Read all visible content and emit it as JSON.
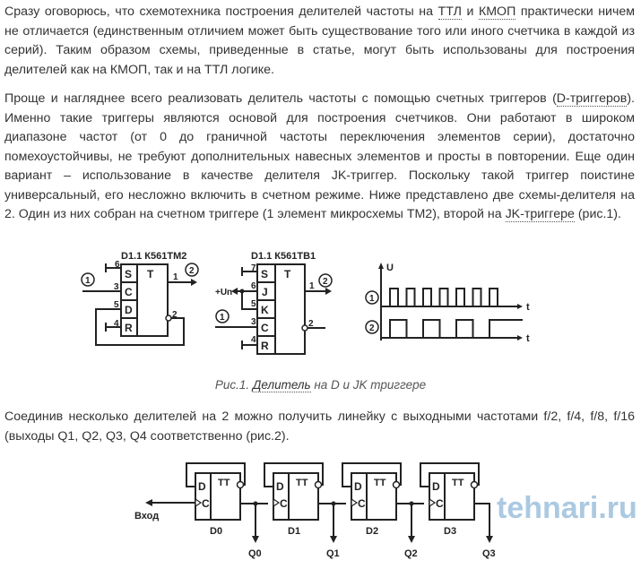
{
  "paragraph1": {
    "t1": "Сразу оговорюсь, что схемотехника построения делителей частоты на ",
    "link1": "ТТЛ",
    "t2": " и ",
    "link2": "КМОП",
    "t3": " практически ничем не отличается (единственным отличием может быть существование того или иного счетчика в каждой из серий). Таким образом схемы, приведенные в статье, могут быть использованы для построения делителей как на КМОП, так и на ТТЛ логике."
  },
  "paragraph2": {
    "t1": "Проще и нагляднее всего реализовать делитель частоты с помощью счетных триггеров (",
    "link1": "D-триггеров",
    "t2": "). Именно такие триггеры являются основой для построения счетчиков. Они работают в широком диапазоне частот (от 0 до граничной частоты переключения элементов серии), достаточно помехоустойчивы, не требуют дополнительных навесных элементов и просты в повторении. Еще один вариант – использование в качестве делителя JK-триггер. Поскольку такой триггер поистине универсальный, его несложно включить в счетном режиме. Ниже представлено две схемы-делителя на 2. Один из них собран  на счетном триггере (1 элемент микросхемы ТМ2), второй на ",
    "link2": "JK-триггере",
    "t3": " (рис.1)."
  },
  "figure1": {
    "d_title": "D1.1 К561ТМ2",
    "jk_title": "D1.1 К561ТВ1",
    "marker_in": "1",
    "marker_out": "2",
    "func": "T",
    "d_pins": {
      "S": "S",
      "C": "C",
      "D": "D",
      "R": "R",
      "pS": "6",
      "pC": "3",
      "pD": "5",
      "pR": "4",
      "pQ": "1",
      "pNQ": "2"
    },
    "jk_pins": {
      "S": "S",
      "J": "J",
      "K": "K",
      "C": "C",
      "R": "R",
      "pS": "7",
      "pJ": "6",
      "pK": "5",
      "pC": "3",
      "pR": "4",
      "pQ": "1",
      "pNQ": "2"
    },
    "supply": "+Un",
    "axis_u": "U",
    "axis_t": "t",
    "caption_pre": "Рис.1. ",
    "caption_link": "Делитель",
    "caption_post": " на   D и JK триггере"
  },
  "paragraph3": "Соединив несколько делителей на 2 можно получить линейку  с выходными частотами f/2, f/4, f/8, f/16 (выходы Q1, Q2, Q3, Q4 соответственно (рис.2).",
  "figure2": {
    "input_label": "Вход",
    "d_label": "D",
    "c_label": "C",
    "func": "TT",
    "stages": [
      {
        "name": "D0",
        "out": "Q0"
      },
      {
        "name": "D1",
        "out": "Q1"
      },
      {
        "name": "D2",
        "out": "Q2"
      },
      {
        "name": "D3",
        "out": "Q3"
      }
    ],
    "watermark": "tehnari.ru"
  }
}
